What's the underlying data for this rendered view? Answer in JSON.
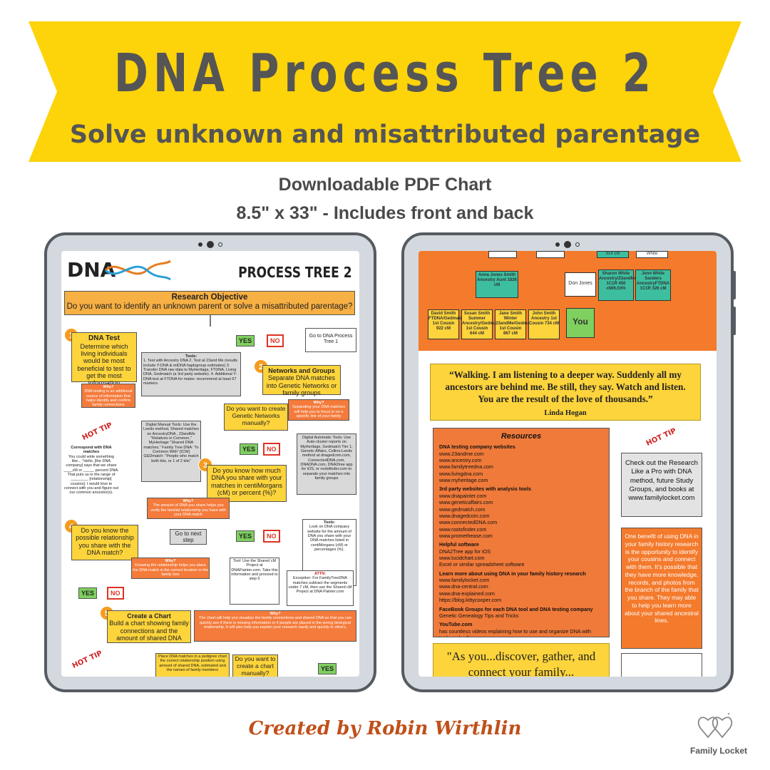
{
  "header": {
    "title": "DNA Process Tree  2",
    "subtitle": "Solve unknown and misattributed parentage",
    "info_line1": "Downloadable PDF Chart",
    "info_line2": "8.5\" x 33\" - Includes front and back"
  },
  "colors": {
    "banner": "#fdd30a",
    "title_text": "#555555",
    "accent_orange": "#f47a2c",
    "accent_yellow": "#fdd43b",
    "credit": "#c0501a",
    "tablet_frame": "#555b60"
  },
  "left_chart": {
    "logo": "DNA",
    "heading": "PROCESS TREE 2",
    "objective_title": "Research Objective",
    "objective_question": "Do you want to identify an unknown parent or solve a misattributed parentage?",
    "yes": "YES",
    "no": "NO",
    "goto_tree1": "Go to DNA Process Tree 1",
    "step1": {
      "number": "1",
      "title": "DNA Test",
      "text": "Determine which living individuals would be most beneficial to test to get the most information"
    },
    "why_label": "Why?",
    "step1_why": "DNA testing is an additional source of information that helps identify and confirm family connections",
    "tools_label": "Tools:",
    "tools_list": "1. Test with Ancestry DNA 2. Test at 23and Me (results include Y-DNA & mtDNA haplogroup estimates) 3. Transfer DNA raw data to MyHeritage, FTDNA, Living DNA, Gedmatch (a 3rd party website). 4. Additional Y-DNA test at FTDNA for males: recommend at least 67 markers.",
    "step2": {
      "number": "2",
      "title": "Networks and Groups",
      "text": "Separate DNA matches into Genetic Networks or family groups"
    },
    "question_networks": "Do you want to create Genetic Networks manually?",
    "networks_why": "Separating your DNA matches will help you to focus in on a specific line of your family",
    "correspond_title": "Correspond with DNA matches",
    "correspond_text": "You could write something like... \"Hello, [the DNA company] says that we share ____cM or _____ percent DNA. That puts us in the range of ________ [relationship] cousins]. I would love to connect with you and figure out our common ancestor(s).",
    "digital_manual": "Digital Manual Tools: Use the Leeds method, Shared matches on AncestryDNA , 23andMe \"Relatives in Common,\" MyHeritage \"Shared DNA matches,\" Family Tree DNA: \"In Common With\" [ICW] GEDmatch: \"People who match both kits, or 1 of 2 kits\"",
    "digital_auto": "Digital Automatic Tools: Use Auto-cluster reports on MyHeritage, Gedmatch Tier 1, Genetic Affairs, Collins-Leeds method at dnagedcom.com, ConnectedDNA.com, DNADNA.com, DNA2tree app for iOS, or rootsfinder.com to separate your matches into family groups",
    "step3": {
      "number": "3",
      "text": "Do you know how much DNA you share with your matches in centiMorgans (cM) or percent (%)?"
    },
    "step3_why": "The amount of DNA you share helps you verify the familial relationship you have with your DNA match",
    "tools3": "Look on DNA company website for the amount of DNA you share with your DNA matches listed in centiMorgans (cM) or percentages (%).",
    "goto_next": "Go to next step",
    "step4": {
      "number": "4",
      "text": "Do you know the possible relationship you share with the DNA match?"
    },
    "step4_why": "Knowing the relationship helps you place the DNA match in the correct location in the family tree",
    "tool4": "Tool: Use the Shared cM Project at DNAPainter.com. Take this information and proceed to step 5",
    "attn_label": "ATTN:",
    "attn_text": "Exception: For FamilyTreeDNA matches subtract the segments under 7 cM, then use the Shared cM Project at DNA Painter.com",
    "step5": {
      "number": "5",
      "title": "Create a Chart",
      "text": "Build a chart showing family connections and the amount of shared DNA"
    },
    "step5_why": "The chart will help you visualize the family connections and shared DNA so that you can quickly see if there is missing information or if people are placed in the wrong biological relationship. It will also help you explain your research easily and quickly to others.",
    "place_matches": "Place DNA matches in a pedigree chart the correct relationship position using amount of shared DNA, estimated and the names of family members",
    "question_chart": "Do you want to create a chart manually?",
    "hot_tip": "HOT TIP"
  },
  "right_chart": {
    "tree": {
      "anna": "Anna Jones Smith Ancestry Aunt 1826 cM",
      "don": "Don Jones",
      "sharon": "Sharon White Ancestry/23andMe 1C1R 450 cM/6.03%",
      "jenn": "Jenn White Sanders AncestryFTDNA 1C1R 326 cM",
      "you": "You",
      "top_value": "914 cM",
      "top_white": "White",
      "david": "David Smith FTDNA/Gedmatch 1st Cousin 922 cM",
      "susan": "Susan Smith Summer Ancestry/Gedmatch 1st Cousin 644 cM",
      "jane": "Jane Smith Winter 23andMe/Gedmatch 1st Cousin 867 cM",
      "john": "John Smith Ancestry 1st Cousin 734 cM"
    },
    "quote": "“Walking. I am listening to a deeper way. Suddenly all my ancestors are behind me. Be still, they say. Watch and listen. You are the result of the love of thousands.”",
    "quote_author": "Linda Hogan",
    "resources_title": "Resources",
    "resources": [
      {
        "head": "DNA testing company websites",
        "items": "www.23andme.com\nwww.ancestry.com\nwww.familytreedna.com\nwww.livingdna.com\nwww.myheritage.com"
      },
      {
        "head": "3rd party websites with analysis tools",
        "items": "www.dnapainter.com\nwww.geneticaffairs.com\nwww.gedmatch.com\nwww.dnagedcom.com\nwww.connectedDNA.com\nwww.rootsfinder.com\nwww.promethease.com"
      },
      {
        "head": "Helpful software",
        "items": "DNA2Tree app for iOS\nwww.lucidchart.com\nExcel or similar spreadsheet software"
      },
      {
        "head": "Learn more about using DNA in your family history research",
        "items": "www.familylocket.com\nwww.dna-central.com\nwww.dna-explained.com\nhttps://blog.kittycooper.com"
      },
      {
        "head": "FaceBook Groups for each DNA tool and DNA testing company",
        "items": "Genetic Genealogy Tips and Tricks"
      },
      {
        "head": "YouTube.com",
        "items": "has countless videos explaining how to use and organize DNA with tools and software"
      }
    ],
    "check_out": "Check out the Research Like a Pro with DNA method, future Study Groups, and books at www.familylocket.com",
    "benefit": "One benefit of using DNA in your family history research is the opportunity to identify your cousins and connect with them.  It's possible that they have more knowledge, records, and photos from the branch of the family that you share.  They may able to help you learn more about your shared ancestral lines.",
    "as_you": "\"As you...discover, gather, and connect your family...",
    "hot_tip": "HOT TIP"
  },
  "footer": {
    "credit": "Created by Robin Wirthlin",
    "brand": "Family Locket"
  }
}
